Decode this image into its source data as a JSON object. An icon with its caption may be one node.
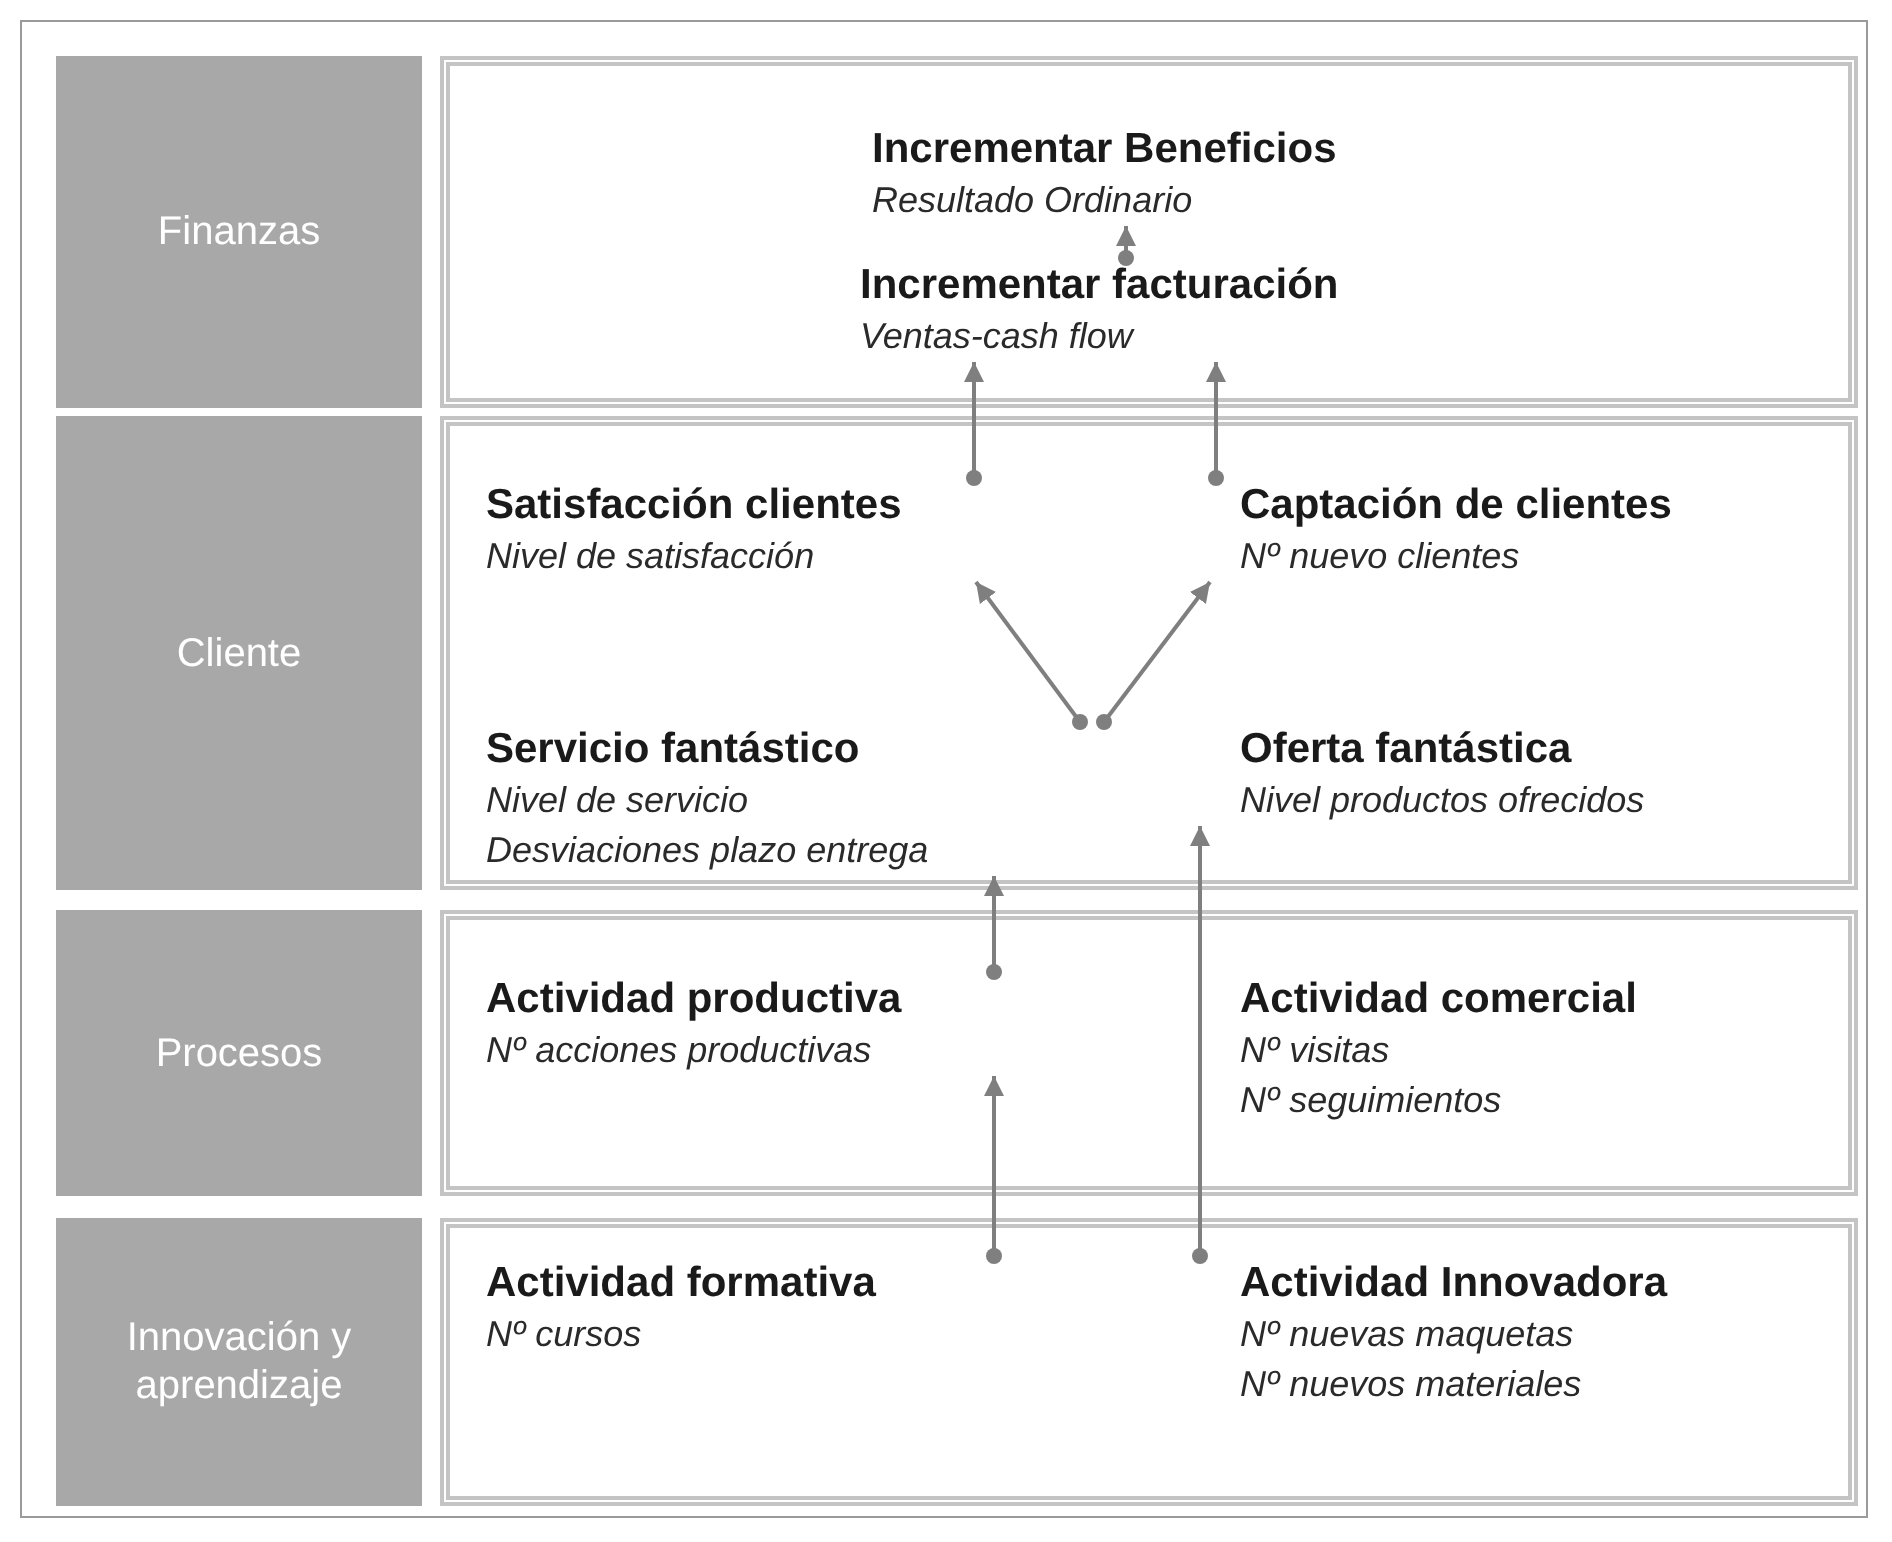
{
  "diagram": {
    "nodes": [
      {
        "text": [
          "Finanzas"
        ]
      },
      {
        "text": [],
        "shape": "box"
      },
      {
        "text": [
          "Incrementar Beneficios",
          "Resultado Ordinario"
        ],
        "in": 1
      },
      {
        "text": [
          "Incrementar facturación",
          "Ventas-cash flow"
        ],
        "in": 1
      },
      {
        "text": [
          "Cliente"
        ]
      },
      {
        "text": [],
        "shape": "box"
      },
      {
        "text": [
          "Satisfacción clientes",
          "Nivel de satisfacción"
        ],
        "in": 5
      },
      {
        "text": [
          "Captación de clientes",
          "Nº nuevo clientes"
        ],
        "in": 5
      },
      {
        "text": [
          "Servicio fantástico",
          "Nivel de servicio",
          "Desviaciones plazo entrega"
        ],
        "in": 5
      },
      {
        "text": [
          "Oferta fantástica",
          "Nivel productos ofrecidos"
        ],
        "in": 5
      },
      {
        "text": [
          "Procesos"
        ]
      },
      {
        "text": [],
        "shape": "box"
      },
      {
        "text": [
          "Actividad productiva",
          "Nº acciones productivas"
        ],
        "in": 11
      },
      {
        "text": [
          "Actividad comercial",
          "Nº visitas",
          "Nº seguimientos"
        ],
        "in": 11
      },
      {
        "text": [
          "Innovación y aprendizaje"
        ]
      },
      {
        "text": [],
        "shape": "box"
      },
      {
        "text": [
          "Actividad formativa",
          "Nº cursos"
        ],
        "in": 15
      },
      {
        "text": [
          "Actividad Innovadora",
          "Nº nuevas maquetas",
          "Nº nuevos materiales"
        ],
        "in": 15
      }
    ],
    "edges": [
      {
        "from": 3,
        "to": 2,
        "arrow": "to"
      },
      {
        "from": 6,
        "to": 3,
        "arrow": "to"
      },
      {
        "from": 7,
        "to": 3,
        "arrow": "to"
      },
      {
        "from": 8,
        "to": 6,
        "arrow": "to"
      },
      {
        "from": 9,
        "to": 7,
        "arrow": "to"
      },
      {
        "from": 12,
        "to": 8,
        "arrow": "to"
      },
      {
        "from": 16,
        "to": 12,
        "arrow": "to"
      },
      {
        "from": 17,
        "to": 9,
        "arrow": "to"
      }
    ]
  }
}
